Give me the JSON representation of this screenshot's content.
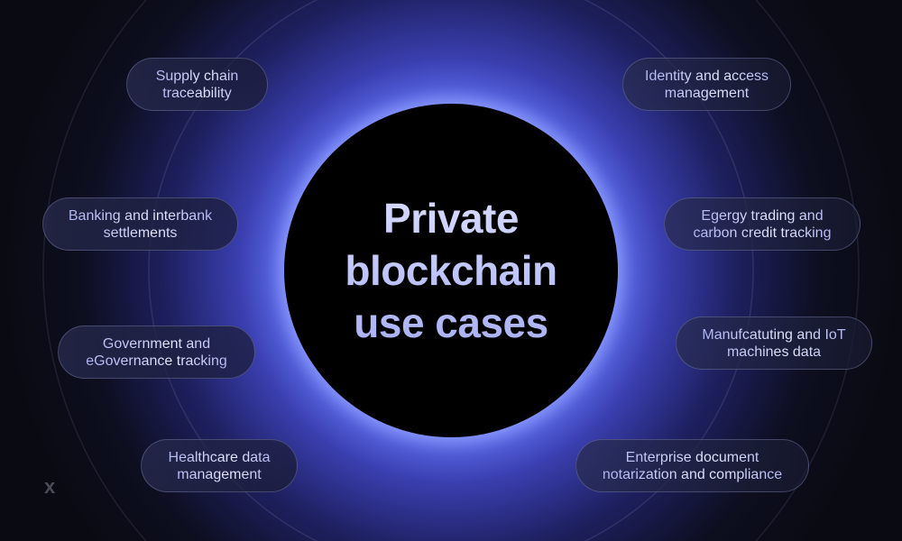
{
  "title": "Private blockchain use cases",
  "use_cases_left": [
    "Supply chain traceability",
    "Banking and interbank settlements",
    "Government and eGovernance tracking",
    "Healthcare data management"
  ],
  "use_cases_right": [
    "Identity and access management",
    "Egergy trading and carbon credit tracking",
    "Manufcatuting and IoT machines data",
    "Enterprise document notarization and compliance"
  ],
  "logo": "x",
  "colors": {
    "background": "#0a0b12",
    "glow": "#7b8cff",
    "text": "#c7cbf2"
  }
}
